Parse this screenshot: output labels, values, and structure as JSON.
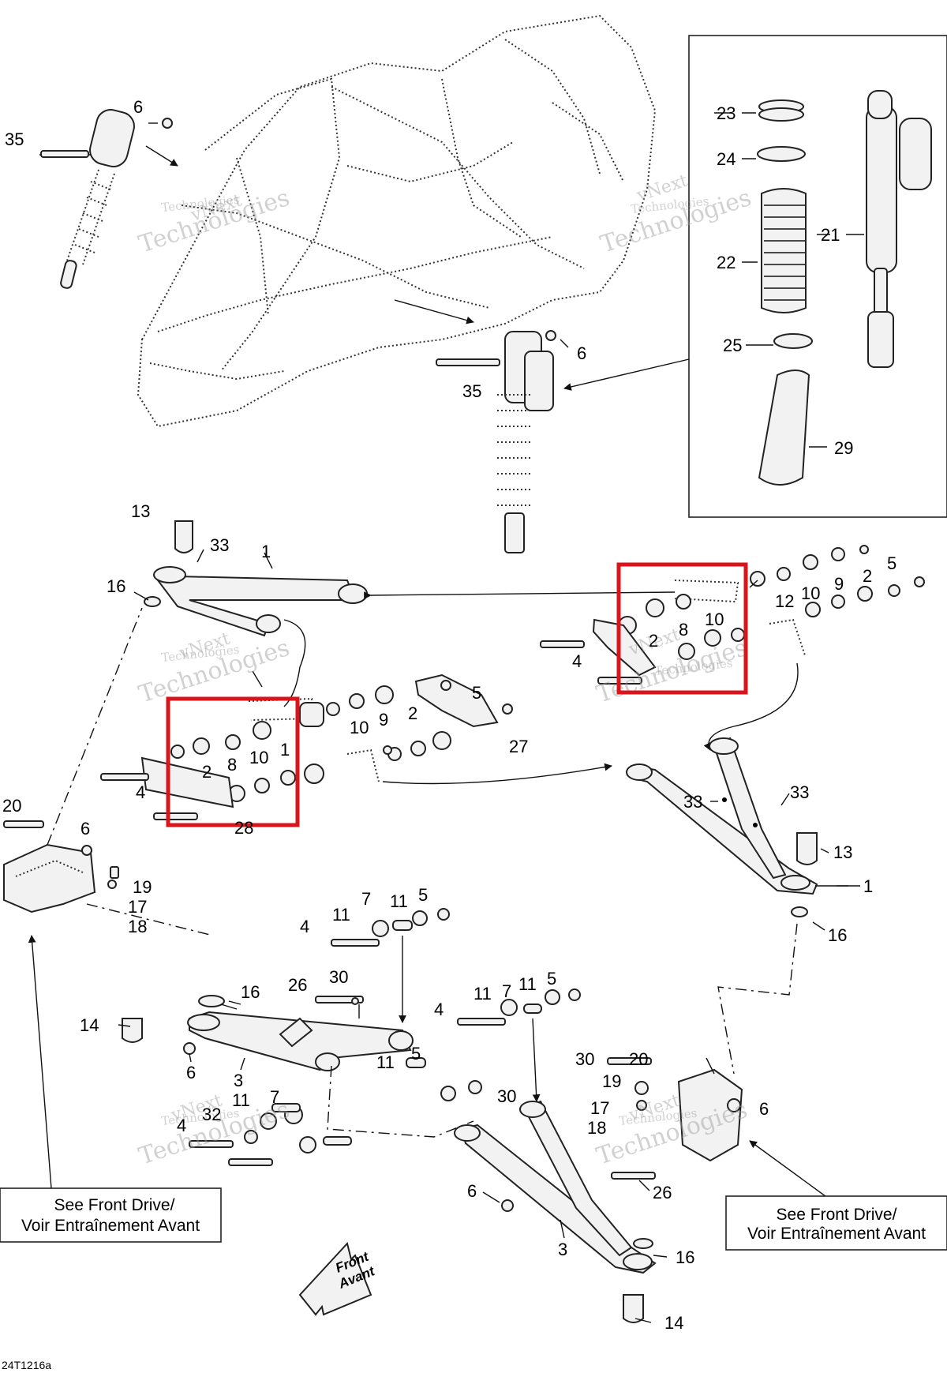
{
  "callouts": [
    {
      "id": "c35a",
      "text": "35"
    },
    {
      "id": "c6a",
      "text": "6"
    },
    {
      "id": "c23",
      "text": "23"
    },
    {
      "id": "c24",
      "text": "24"
    },
    {
      "id": "c22",
      "text": "22"
    },
    {
      "id": "c21",
      "text": "21"
    },
    {
      "id": "c25",
      "text": "25"
    },
    {
      "id": "c29",
      "text": "29"
    },
    {
      "id": "c6b",
      "text": "6"
    },
    {
      "id": "c35b",
      "text": "35"
    },
    {
      "id": "c13a",
      "text": "13"
    },
    {
      "id": "c33a",
      "text": "33"
    },
    {
      "id": "c1a",
      "text": "1"
    },
    {
      "id": "c16a",
      "text": "16"
    },
    {
      "id": "c5a",
      "text": "5"
    },
    {
      "id": "c2a",
      "text": "2"
    },
    {
      "id": "c9a",
      "text": "9"
    },
    {
      "id": "c10a",
      "text": "10"
    },
    {
      "id": "c12",
      "text": "12"
    },
    {
      "id": "c10b",
      "text": "10"
    },
    {
      "id": "c8a",
      "text": "8"
    },
    {
      "id": "c2b",
      "text": "2"
    },
    {
      "id": "c4a",
      "text": "4"
    },
    {
      "id": "c5b",
      "text": "5"
    },
    {
      "id": "c2c",
      "text": "2"
    },
    {
      "id": "c9b",
      "text": "9"
    },
    {
      "id": "c10c",
      "text": "10"
    },
    {
      "id": "c27",
      "text": "27"
    },
    {
      "id": "c1b",
      "text": "1"
    },
    {
      "id": "c10d",
      "text": "10"
    },
    {
      "id": "c8b",
      "text": "8"
    },
    {
      "id": "c2d",
      "text": "2"
    },
    {
      "id": "c4b",
      "text": "4"
    },
    {
      "id": "c28",
      "text": "28"
    },
    {
      "id": "c20a",
      "text": "20"
    },
    {
      "id": "c6c",
      "text": "6"
    },
    {
      "id": "c19a",
      "text": "19"
    },
    {
      "id": "c17a",
      "text": "17"
    },
    {
      "id": "c18a",
      "text": "18"
    },
    {
      "id": "c33b",
      "text": "33"
    },
    {
      "id": "c33c",
      "text": "33"
    },
    {
      "id": "c13b",
      "text": "13"
    },
    {
      "id": "c1c",
      "text": "1"
    },
    {
      "id": "c16b",
      "text": "16"
    },
    {
      "id": "c7a",
      "text": "7"
    },
    {
      "id": "c11a",
      "text": "11"
    },
    {
      "id": "c5c",
      "text": "5"
    },
    {
      "id": "c4c",
      "text": "4"
    },
    {
      "id": "c11b",
      "text": "11"
    },
    {
      "id": "c30a",
      "text": "30"
    },
    {
      "id": "c26a",
      "text": "26"
    },
    {
      "id": "c16c",
      "text": "16"
    },
    {
      "id": "c14a",
      "text": "14"
    },
    {
      "id": "c6d",
      "text": "6"
    },
    {
      "id": "c3a",
      "text": "3"
    },
    {
      "id": "c11c",
      "text": "11"
    },
    {
      "id": "c7b",
      "text": "7"
    },
    {
      "id": "c11d",
      "text": "11"
    },
    {
      "id": "c5d",
      "text": "5"
    },
    {
      "id": "c4d",
      "text": "4"
    },
    {
      "id": "c5e",
      "text": "5"
    },
    {
      "id": "c11e",
      "text": "11"
    },
    {
      "id": "c30b",
      "text": "30"
    },
    {
      "id": "c30c",
      "text": "30"
    },
    {
      "id": "c32",
      "text": "32"
    },
    {
      "id": "c11f",
      "text": "11"
    },
    {
      "id": "c7c",
      "text": "7"
    },
    {
      "id": "c4e",
      "text": "4"
    },
    {
      "id": "c20b",
      "text": "20"
    },
    {
      "id": "c19b",
      "text": "19"
    },
    {
      "id": "c17b",
      "text": "17"
    },
    {
      "id": "c18b",
      "text": "18"
    },
    {
      "id": "c6e",
      "text": "6"
    },
    {
      "id": "c6f",
      "text": "6"
    },
    {
      "id": "c26b",
      "text": "26"
    },
    {
      "id": "c3b",
      "text": "3"
    },
    {
      "id": "c16d",
      "text": "16"
    },
    {
      "id": "c14b",
      "text": "14"
    }
  ],
  "notes": {
    "left_line1": "See Front Drive/",
    "left_line2": "Voir Entraînement Avant",
    "right_line1": "See Front Drive/",
    "right_line2": "Voir Entraînement Avant"
  },
  "front_arrow": {
    "line1": "Front",
    "line2": "Avant"
  },
  "diagram_code": "24T1216a",
  "watermark": {
    "line1": "vNext",
    "line2": "Technologies"
  },
  "highlight_color": "#d9141a"
}
